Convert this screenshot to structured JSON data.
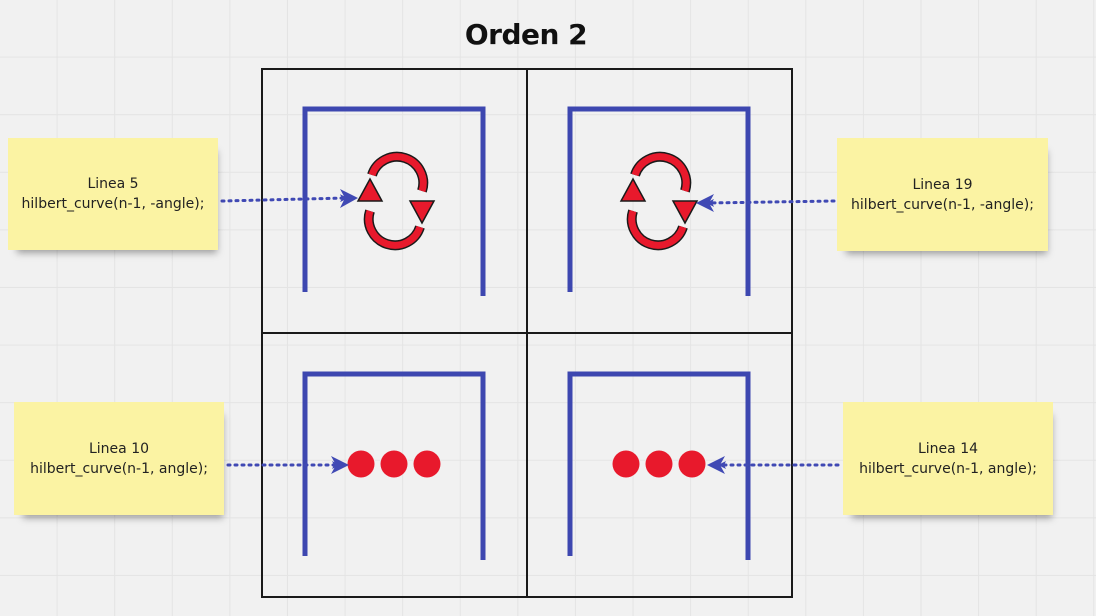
{
  "title": "Orden 2",
  "notes": [
    {
      "line": "Linea 5",
      "code": "hilbert_curve(n-1, -angle);"
    },
    {
      "line": "Linea 19",
      "code": "hilbert_curve(n-1, -angle);"
    },
    {
      "line": "Linea 10",
      "code": "hilbert_curve(n-1, angle);"
    },
    {
      "line": "Linea 14",
      "code": "hilbert_curve(n-1, angle);"
    }
  ],
  "colors": {
    "note_background": "#fbf3a3",
    "curve": "#3d47b0",
    "arrow": "#4049b4",
    "accent": "#e8192c",
    "frame": "#1a1a1a"
  },
  "icons": {
    "top_quadrants": "rotate-icon",
    "bottom_quadrants": "ellipsis-dots-icon"
  }
}
